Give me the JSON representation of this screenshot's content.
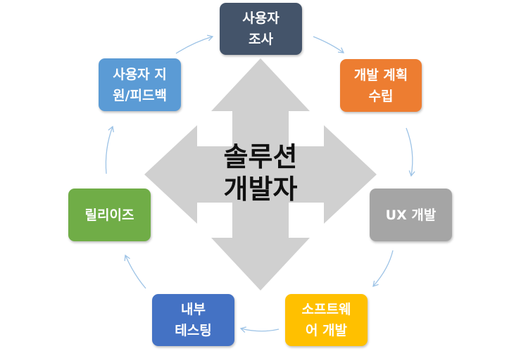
{
  "center": {
    "label": "솔루션\n개발자"
  },
  "steps": [
    {
      "label": "사용자\n조사",
      "color": "#44546a"
    },
    {
      "label": "개발 계획\n수립",
      "color": "#ed7d31"
    },
    {
      "label": "UX 개발",
      "color": "#a5a5a5"
    },
    {
      "label": "소프트웨\n어 개발",
      "color": "#ffc000"
    },
    {
      "label": "내부\n테스팅",
      "color": "#4472c4"
    },
    {
      "label": "릴리이즈",
      "color": "#70ad47"
    },
    {
      "label": "사용자 지\n원/피드백",
      "color": "#5b9bd5"
    }
  ],
  "colors": {
    "arrow_fill": "#d0d0d0",
    "connector": "#9dc3e6"
  }
}
